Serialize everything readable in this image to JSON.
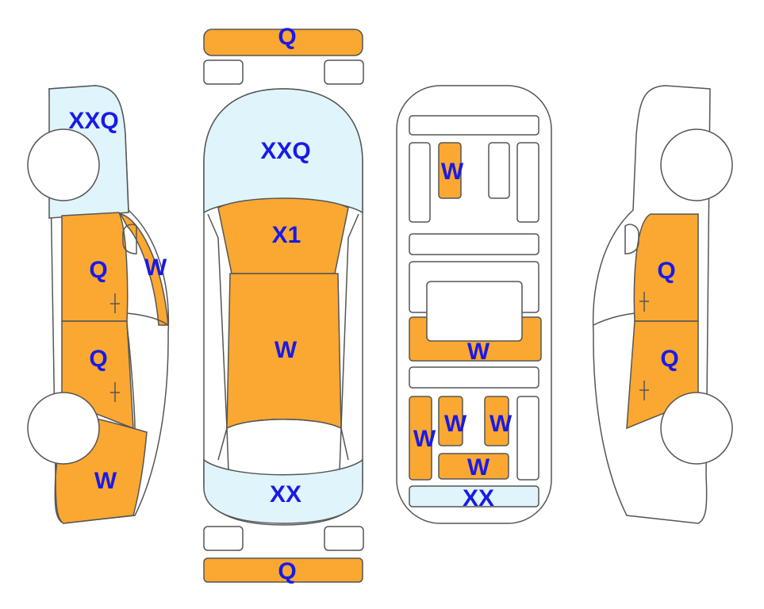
{
  "colors": {
    "outline": "#555555",
    "damage": "#FAA832",
    "glass": "#DFF4FB",
    "label": "#1A1AE6",
    "body": "#FFFFFF"
  },
  "labels": {
    "front_bumper": "Q",
    "rear_bumper": "Q",
    "top_windshield": "XXQ",
    "top_hood": "X1",
    "top_roof": "W",
    "top_rear_glass": "XX",
    "left_glass": "XXQ",
    "left_front_door": "Q",
    "left_pillar": "W",
    "left_rear_door": "Q",
    "left_quarter": "W",
    "frame_rail": "W",
    "frame_cross": "W",
    "frame_rear_left": "W",
    "frame_rear_mid_left": "W",
    "frame_rear_mid_right": "W",
    "frame_rear_low": "W",
    "frame_rear_panel": "XX",
    "right_front_door": "Q",
    "right_rear_door": "Q"
  }
}
